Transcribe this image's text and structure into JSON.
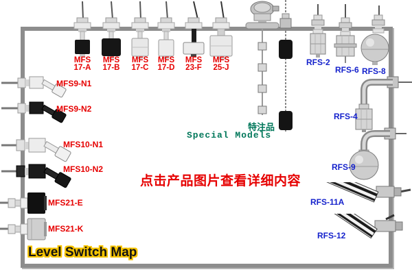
{
  "banner": {
    "text": "Level Switch Map"
  },
  "notice": {
    "text": "点击产品图片查看详细内容"
  },
  "special": {
    "cn": "特注品",
    "en": "Special Models"
  },
  "colors": {
    "mfs_label": "#e60000",
    "rfs_label": "#1522cc",
    "special_text": "#00775a",
    "notice_text": "#e60000",
    "banner_text": "#141414",
    "banner_glow": "#f6c400",
    "frame": "#8d8d8d"
  },
  "products": {
    "top": [
      {
        "id": "mfs17-a",
        "line1": "MFS",
        "line2": "17-A"
      },
      {
        "id": "mfs17-b",
        "line1": "MFS",
        "line2": "17-B"
      },
      {
        "id": "mfs17-c",
        "line1": "MFS",
        "line2": "17-C"
      },
      {
        "id": "mfs17-d",
        "line1": "MFS",
        "line2": "17-D"
      },
      {
        "id": "mfs23-f",
        "line1": "MFS",
        "line2": "23-F"
      },
      {
        "id": "mfs25-j",
        "line1": "MFS",
        "line2": "25-J"
      }
    ],
    "left": [
      {
        "id": "mfs9-n1",
        "label": "MFS9-N1"
      },
      {
        "id": "mfs9-n2",
        "label": "MFS9-N2"
      },
      {
        "id": "mfs10-n1",
        "label": "MFS10-N1"
      },
      {
        "id": "mfs10-n2",
        "label": "MFS10-N2"
      },
      {
        "id": "mfs21-e",
        "label": "MFS21-E"
      },
      {
        "id": "mfs21-k",
        "label": "MFS21-K"
      }
    ],
    "right": [
      {
        "id": "rfs-2",
        "label": "RFS-2"
      },
      {
        "id": "rfs-6",
        "label": "RFS-6"
      },
      {
        "id": "rfs-8",
        "label": "RFS-8"
      },
      {
        "id": "rfs-4",
        "label": "RFS-4"
      },
      {
        "id": "rfs-9",
        "label": "RFS-9"
      },
      {
        "id": "rfs-11a",
        "label": "RFS-11A"
      },
      {
        "id": "rfs-12",
        "label": "RFS-12"
      }
    ]
  }
}
